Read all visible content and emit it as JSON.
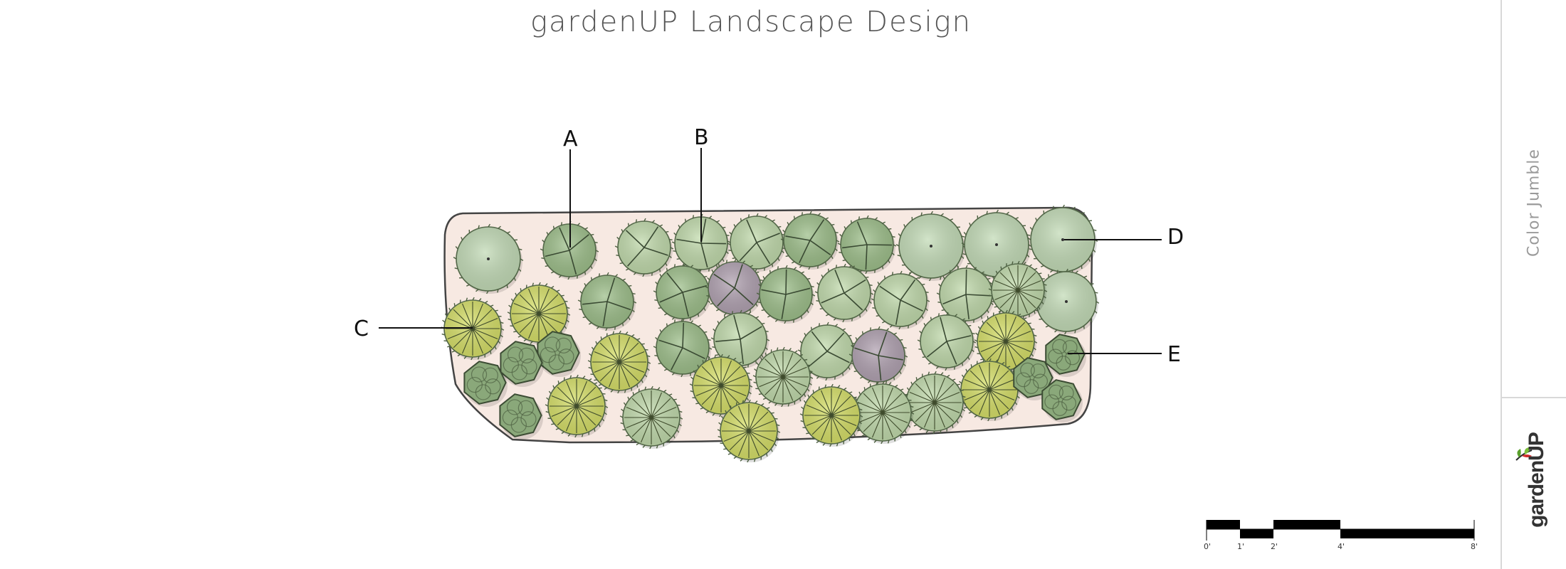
{
  "title": "gardenUP Landscape Design",
  "scheme_name": "Color Jumble",
  "logo_text": "gardenUP",
  "callouts": [
    "A",
    "B",
    "C",
    "D",
    "E"
  ],
  "scale": {
    "tick_labels": [
      "0'",
      "1'",
      "2'",
      "4'",
      "8'"
    ]
  },
  "colors": {
    "bed_fill": "#f7e9e2",
    "bed_outline": "#444444",
    "plant_a": "#9fc08c",
    "plant_b": "#c2dbad",
    "plant_c": "#d7e06a",
    "plant_d": "#c4dcb8",
    "plant_e": "#8aa87a",
    "plant_purple": "#b2a3b2"
  }
}
